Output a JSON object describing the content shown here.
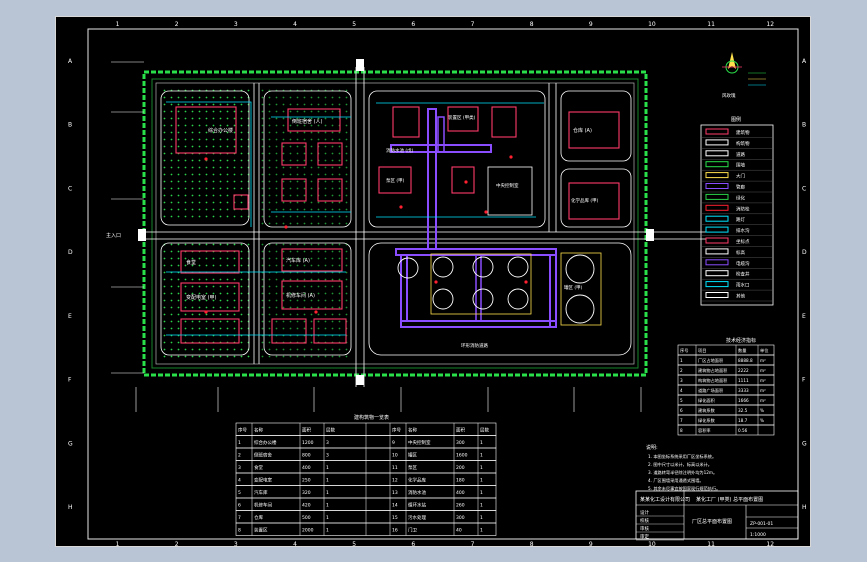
{
  "sheet": {
    "col_numbers": [
      "1",
      "2",
      "3",
      "4",
      "5",
      "6",
      "7",
      "8",
      "9",
      "10",
      "11",
      "12"
    ],
    "row_letters": [
      "A",
      "B",
      "C",
      "D",
      "E",
      "F",
      "G",
      "H"
    ]
  },
  "site": {
    "buildings_left": [
      {
        "label": "综合办公楼",
        "id": "office"
      },
      {
        "label": "倒班宿舍 (人)",
        "id": "dorm"
      },
      {
        "label": "食堂",
        "id": "canteen"
      },
      {
        "label": "变配电室 (甲)",
        "id": "substation"
      },
      {
        "label": "汽车库 (A)",
        "id": "garage"
      },
      {
        "label": "机修车间 (A)",
        "id": "repair"
      },
      {
        "label": "仓库 (A)",
        "id": "warehouse"
      }
    ],
    "units": [
      {
        "label": "装置区 (甲类)"
      },
      {
        "label": "中央控制室"
      },
      {
        "label": "罐区 (甲)"
      },
      {
        "label": "泵区 (甲)"
      },
      {
        "label": "化学品库 (甲)"
      },
      {
        "label": "消防水池 (戊)"
      }
    ],
    "entrance_label": "主入口",
    "road_label": "环形消防道路"
  },
  "colors": {
    "wall": "#29e04a",
    "road": "#ffffff",
    "building": "#ff3b6b",
    "pipe": "#8a4dff",
    "cyan": "#00e5ff",
    "yellow": "#ffe04d",
    "tree": "#2bd14a"
  },
  "legend": {
    "title": "图例",
    "items": [
      {
        "label": "建筑物"
      },
      {
        "label": "构筑物"
      },
      {
        "label": "道路"
      },
      {
        "label": "围墙"
      },
      {
        "label": "大门"
      },
      {
        "label": "管廊"
      },
      {
        "label": "绿化"
      },
      {
        "label": "消防栓"
      },
      {
        "label": "路灯"
      },
      {
        "label": "排水沟"
      },
      {
        "label": "坐标点"
      },
      {
        "label": "标高"
      },
      {
        "label": "电缆沟"
      },
      {
        "label": "检查井"
      },
      {
        "label": "雨水口"
      },
      {
        "label": "其他"
      }
    ]
  },
  "compass": {
    "label": "风玫瑰"
  },
  "tech_table": {
    "title": "技术经济指标",
    "headers": [
      "序号",
      "项目",
      "数量",
      "单位"
    ],
    "rows": [
      [
        "1",
        "厂区占地面积",
        "8888.8",
        "m²"
      ],
      [
        "2",
        "建筑物占地面积",
        "2222",
        "m²"
      ],
      [
        "3",
        "构筑物占地面积",
        "1111",
        "m²"
      ],
      [
        "4",
        "道路广场面积",
        "3333",
        "m²"
      ],
      [
        "5",
        "绿化面积",
        "1666",
        "m²"
      ],
      [
        "6",
        "建筑系数",
        "32.5",
        "%"
      ],
      [
        "7",
        "绿化系数",
        "18.7",
        "%"
      ],
      [
        "8",
        "容积率",
        "0.56",
        ""
      ]
    ]
  },
  "building_table": {
    "title": "建构筑物一览表",
    "headers": [
      "序号",
      "名称",
      "面积",
      "层数",
      "序号",
      "名称",
      "面积",
      "层数"
    ],
    "rows": [
      [
        "1",
        "综合办公楼",
        "1200",
        "3",
        "9",
        "中央控制室",
        "300",
        "1"
      ],
      [
        "2",
        "倒班宿舍",
        "800",
        "3",
        "10",
        "罐区",
        "1600",
        "1"
      ],
      [
        "3",
        "食堂",
        "400",
        "1",
        "11",
        "泵区",
        "200",
        "1"
      ],
      [
        "4",
        "变配电室",
        "250",
        "1",
        "12",
        "化学品库",
        "180",
        "1"
      ],
      [
        "5",
        "汽车库",
        "320",
        "1",
        "13",
        "消防水池",
        "400",
        "1"
      ],
      [
        "6",
        "机修车间",
        "420",
        "1",
        "14",
        "循环水站",
        "260",
        "1"
      ],
      [
        "7",
        "仓库",
        "500",
        "1",
        "15",
        "污水处理",
        "300",
        "1"
      ],
      [
        "8",
        "装置区",
        "2000",
        "1",
        "16",
        "门卫",
        "40",
        "1"
      ]
    ]
  },
  "notes": {
    "title": "说明:",
    "lines": [
      "1. 本图坐标系统采用厂区坐标系统。",
      "2. 图中尺寸以米计，标高以米计。",
      "3. 道路转弯半径除注明外均为12m。",
      "4. 厂区围墙采用通透式围墙。",
      "5. 其余未尽事宜按国家现行规范执行。"
    ]
  },
  "title_block": {
    "company": "某某化工设计有限公司",
    "project": "某化工厂 (甲类) 总平面布置图",
    "drawing_name": "厂区总平面布置图",
    "drawing_no": "ZP-001-01",
    "roles": [
      "设计",
      "校核",
      "审核",
      "审定"
    ],
    "scale": "1:1000"
  }
}
